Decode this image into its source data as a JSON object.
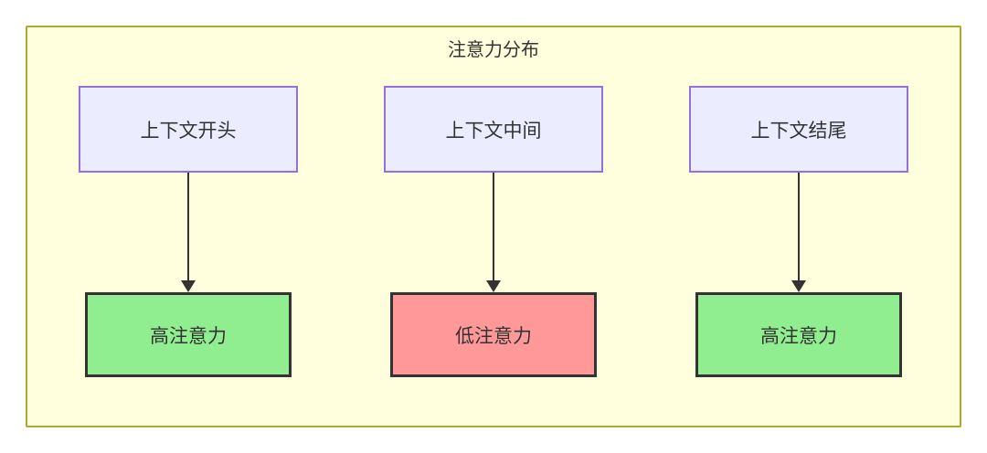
{
  "diagram": {
    "title": "注意力分布",
    "columns": [
      {
        "source": "上下文开头",
        "target": "高注意力",
        "level": "high"
      },
      {
        "source": "上下文中间",
        "target": "低注意力",
        "level": "low"
      },
      {
        "source": "上下文结尾",
        "target": "高注意力",
        "level": "high"
      }
    ],
    "colors": {
      "container_background": "#ffffde",
      "container_border": "#aaaa33",
      "context_node_background": "#ECECFF",
      "context_node_border": "#9370DB",
      "high_attention_background": "#90EE90",
      "low_attention_background": "#ff9999",
      "result_node_border": "#333333",
      "arrow": "#333333",
      "text": "#333333"
    }
  }
}
